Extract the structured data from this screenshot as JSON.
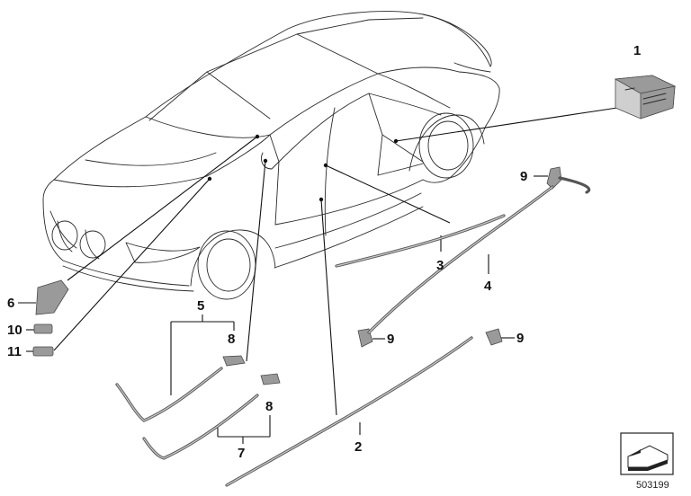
{
  "diagram": {
    "callouts": [
      {
        "id": "c1",
        "label": "1"
      },
      {
        "id": "c2",
        "label": "2"
      },
      {
        "id": "c3",
        "label": "3"
      },
      {
        "id": "c4",
        "label": "4"
      },
      {
        "id": "c5",
        "label": "5"
      },
      {
        "id": "c6",
        "label": "6"
      },
      {
        "id": "c7",
        "label": "7"
      },
      {
        "id": "c8a",
        "label": "8"
      },
      {
        "id": "c8b",
        "label": "8"
      },
      {
        "id": "c9a",
        "label": "9"
      },
      {
        "id": "c9b",
        "label": "9"
      },
      {
        "id": "c9c",
        "label": "9"
      },
      {
        "id": "c10",
        "label": "10"
      },
      {
        "id": "c11",
        "label": "11"
      }
    ],
    "document_number": "503199"
  }
}
